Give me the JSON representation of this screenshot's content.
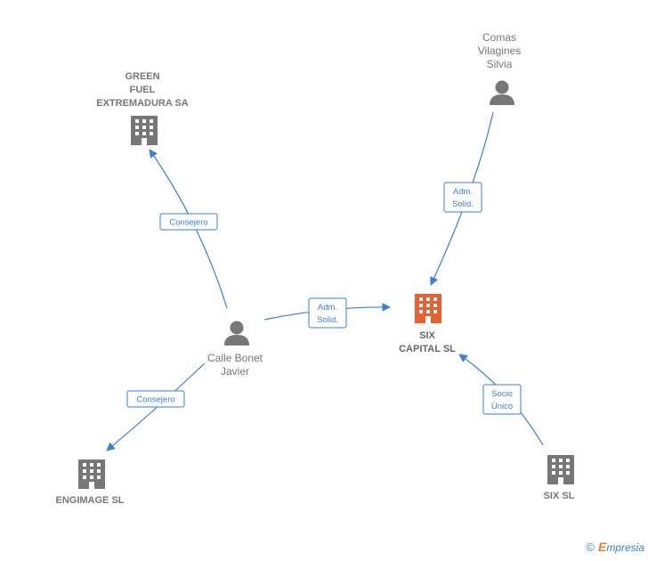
{
  "nodes": {
    "green_fuel": {
      "label": "GREEN\nFUEL\nEXTREMADURA SA",
      "type": "company"
    },
    "comas": {
      "label": "Comas\nVilagines\nSilvia",
      "type": "person"
    },
    "calle_bonet": {
      "label": "Calle Bonet\nJavier",
      "type": "person"
    },
    "six_capital": {
      "label": "SIX\nCAPITAL  SL",
      "type": "company",
      "highlight": true
    },
    "engimage": {
      "label": "ENGIMAGE SL",
      "type": "company"
    },
    "six_sl": {
      "label": "SIX  SL",
      "type": "company"
    }
  },
  "edges": {
    "consejero_green": {
      "line1": "Consejero",
      "line2": ""
    },
    "adm_comas": {
      "line1": "Adm.",
      "line2": "Solid."
    },
    "adm_calle": {
      "line1": "Adm.",
      "line2": "Solid."
    },
    "consejero_engimage": {
      "line1": "Consejero",
      "line2": ""
    },
    "socio_six": {
      "line1": "Socio",
      "line2": "Único"
    }
  },
  "colors": {
    "edge": "#3a7fd5",
    "company_icon": "#777777",
    "focus_icon": "#e8602f",
    "person_icon": "#777777"
  },
  "footer": {
    "copyright": "©",
    "brand_initial": "E",
    "brand_rest": "mpresia"
  }
}
